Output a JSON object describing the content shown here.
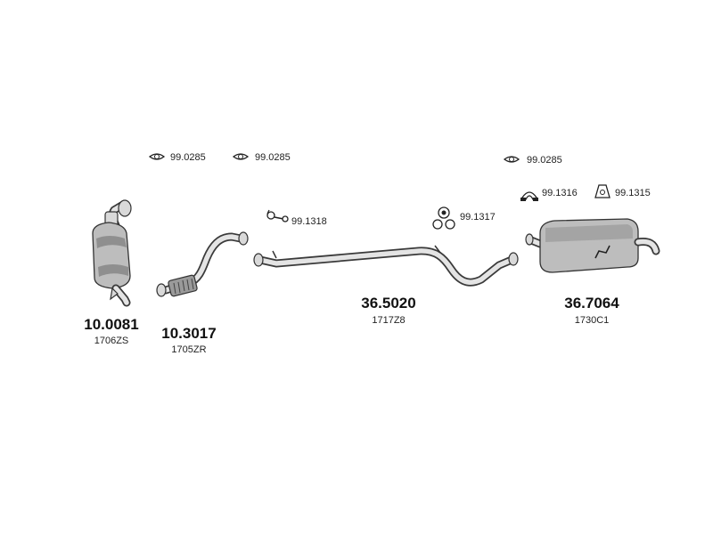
{
  "parts": [
    {
      "part_number": "10.0081",
      "oem_number": "1706ZS"
    },
    {
      "part_number": "10.3017",
      "oem_number": "1705ZR"
    },
    {
      "part_number": "36.5020",
      "oem_number": "1717Z8"
    },
    {
      "part_number": "36.7064",
      "oem_number": "1730C1"
    }
  ],
  "accessories": [
    {
      "code": "99.0285",
      "icon": "gasket-icon"
    },
    {
      "code": "99.0285",
      "icon": "gasket-icon"
    },
    {
      "code": "99.0285",
      "icon": "gasket-icon"
    },
    {
      "code": "99.1318",
      "icon": "hanger-bracket-icon"
    },
    {
      "code": "99.1317",
      "icon": "rubber-mount-icon"
    },
    {
      "code": "99.1316",
      "icon": "clamp-icon"
    },
    {
      "code": "99.1315",
      "icon": "rubber-hanger-icon"
    }
  ]
}
